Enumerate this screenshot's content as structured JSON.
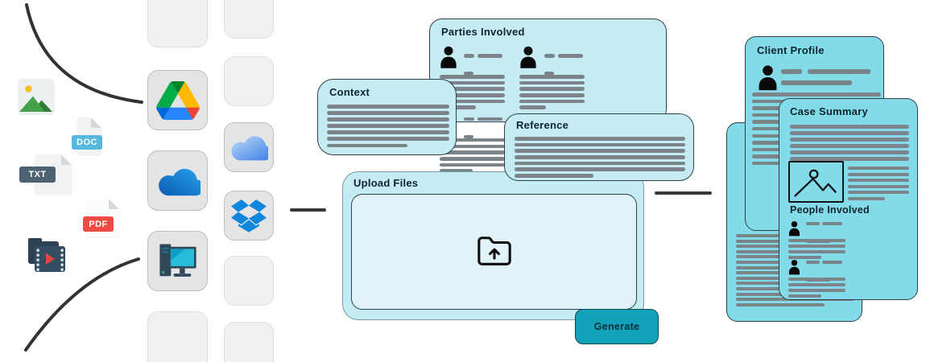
{
  "palette": {
    "card_light": "#c6ecf3",
    "card_cyan": "#83dbe9",
    "card_border": "#2f3f48",
    "placeholder_gray": "#7b8489",
    "accent_teal": "#12a3ba",
    "connector_dark": "#383838",
    "doc_label_color": "#56b8df",
    "txt_label_color": "#4d6372",
    "pdf_label_color": "#f04a42"
  },
  "left_panel": {
    "file_icons": [
      {
        "name": "image-file"
      },
      {
        "name": "doc-file",
        "label": "DOC"
      },
      {
        "name": "txt-file",
        "label": "TXT"
      },
      {
        "name": "pdf-file",
        "label": "PDF"
      },
      {
        "name": "video-file"
      }
    ],
    "app_sources": [
      "google-drive",
      "onedrive",
      "local-computer",
      "icloud",
      "dropbox"
    ]
  },
  "workspace": {
    "parties_involved": {
      "title": "Parties Involved"
    },
    "context": {
      "title": "Context"
    },
    "reference": {
      "title": "Reference"
    },
    "upload": {
      "title": "Upload Files",
      "generate_label": "Generate"
    }
  },
  "documents": {
    "client_profile": {
      "title": "Client Profile"
    },
    "case_summary": {
      "title": "Case Summary",
      "section_title": "People Involved"
    }
  }
}
